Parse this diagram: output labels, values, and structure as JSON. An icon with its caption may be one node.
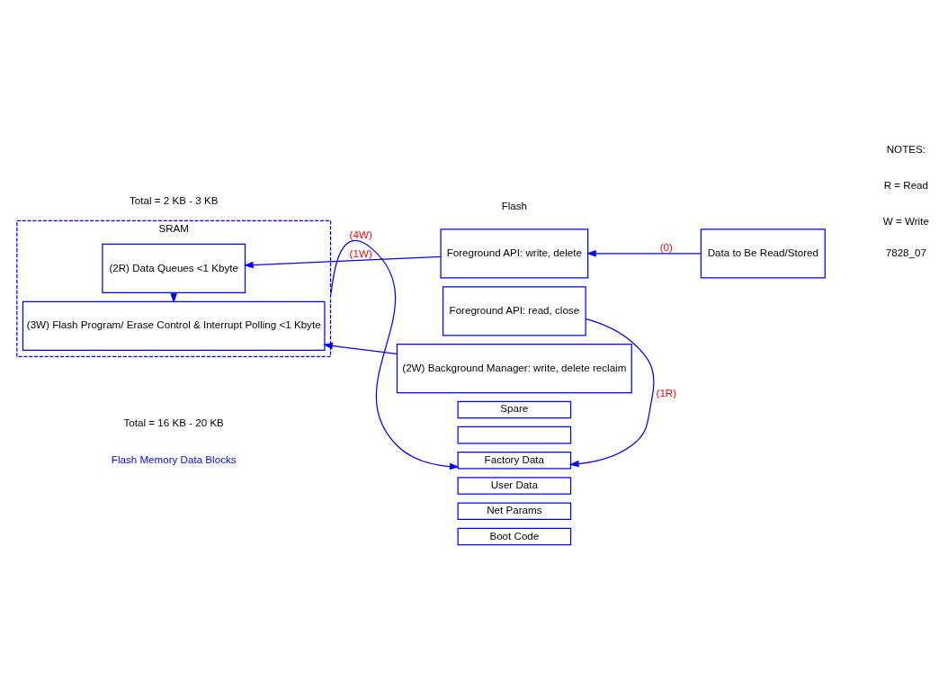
{
  "diagram": {
    "nodes": [
      {
        "text": [
          "SRAM"
        ],
        "beside": [
          "Total = 2 KB - 3 KB"
        ]
      },
      {
        "text": [
          "(2R) Data Queues <1 Kbyte"
        ],
        "in": 0
      },
      {
        "text": [
          "(3W) Flash Program/ Erase Control & Interrupt Polling <1 Kbyte"
        ],
        "in": 0
      },
      {
        "text": [
          "Foreground API: write, delete"
        ]
      },
      {
        "text": [
          "Foreground API: read, close"
        ]
      },
      {
        "text": [
          "(2W) Background Manager: write, delete reclaim"
        ]
      },
      {
        "text": [
          "Data to Be Read/Stored"
        ]
      },
      {
        "text": [
          "Spare"
        ]
      },
      {
        "text": [],
        "shape": "box"
      },
      {
        "text": [
          "Factory Data"
        ]
      },
      {
        "text": [
          "User Data"
        ]
      },
      {
        "text": [
          "Net Params"
        ]
      },
      {
        "text": [
          "Boot Code"
        ]
      }
    ],
    "edges": [
      {
        "from": 6,
        "to": 3,
        "arrow": "to",
        "label": "(0)"
      },
      {
        "from": 3,
        "to": 1,
        "arrow": "to",
        "label": "(1W)"
      },
      {
        "from": 1,
        "to": 2,
        "arrow": "to"
      },
      {
        "from": 4,
        "to": 9,
        "arrow": "to",
        "label": "(1R)"
      },
      {
        "from": 5,
        "to": 2,
        "arrow": "to"
      },
      {
        "from": 0,
        "to": 9,
        "arrow": "to",
        "label": "(4W)"
      }
    ],
    "labels": [
      "Flash",
      "Total = 16 KB - 20 KB",
      "Flash Memory Data Blocks",
      "7828_07",
      "NOTES:",
      "R = Read",
      "W = Write"
    ]
  }
}
